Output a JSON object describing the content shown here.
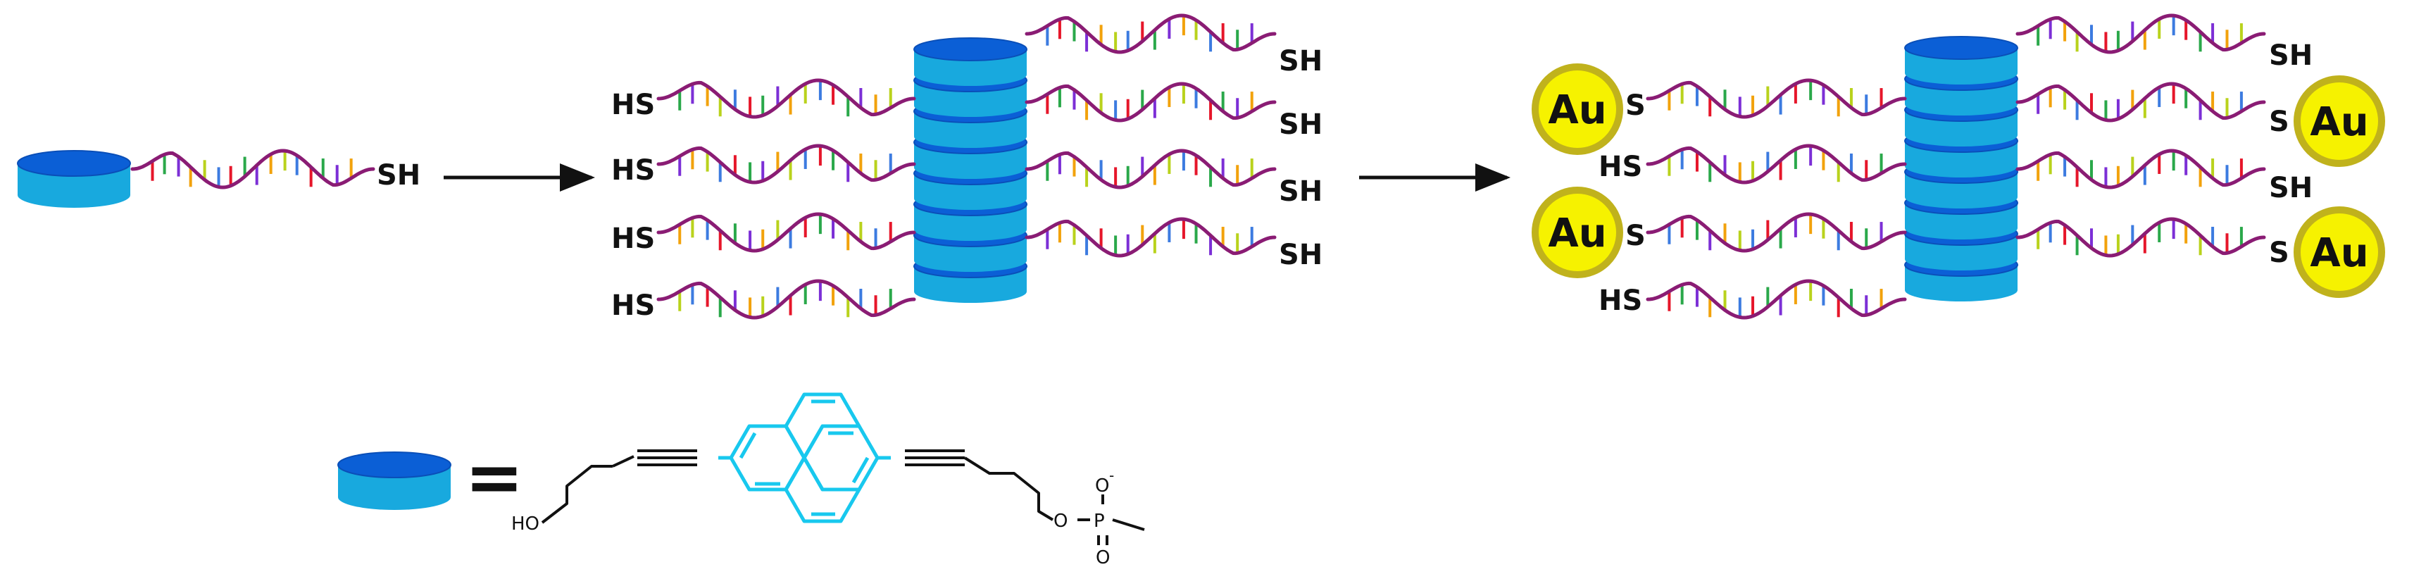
{
  "colors": {
    "disc_top": "#0b5fd6",
    "disc_side": "#18a9de",
    "disc_rim": "#0a4fb8",
    "backbone": "#8a1c74",
    "base_palette": [
      "#e6162a",
      "#2aa84a",
      "#7c2fd6",
      "#f2a20c",
      "#b9d21c",
      "#3c7be0"
    ],
    "gold_fill": "#f6f200",
    "gold_ring": "#c0b21c",
    "pyrene": "#18c8ee",
    "bonds": "#111111",
    "arrows": "#111111"
  },
  "labels": {
    "thiol": "SH",
    "thiol_left": "HS",
    "sulfur": "S",
    "gold": "Au",
    "equals": "=",
    "hydroxyl": "HO",
    "oxygen": "O",
    "phosphorus": "P",
    "charge": "-"
  },
  "scheme": {
    "step_count": 2,
    "stage1": {
      "ends": [
        "SH"
      ]
    },
    "stage2": {
      "left_ends": [
        "HS",
        "HS",
        "HS",
        "HS"
      ],
      "right_ends": [
        "SH",
        "SH",
        "SH",
        "SH"
      ]
    },
    "stage3": {
      "left_ends": [
        "Au",
        "HS",
        "Au",
        "HS"
      ],
      "right_ends": [
        "SH",
        "Au",
        "SH",
        "Au"
      ]
    }
  },
  "legend": {
    "symbol": "pyrene-disc",
    "equation": "="
  },
  "icons": [
    "pyrene-disc-icon",
    "gold-nanoparticle-icon",
    "dna-strand-icon",
    "arrow-icon"
  ]
}
